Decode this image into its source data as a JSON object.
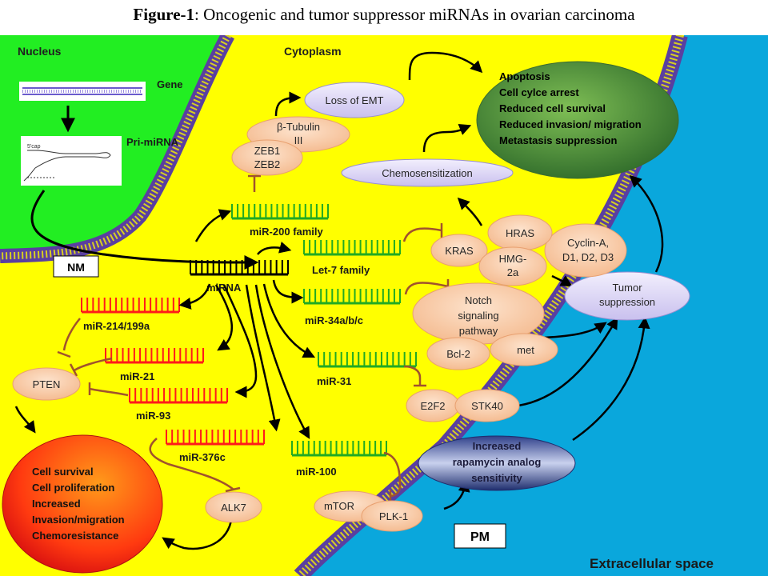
{
  "title": {
    "prefix": "Figure-1",
    "rest": ": Oncogenic and tumor suppressor miRNAs in ovarian carcinoma"
  },
  "regions": {
    "nucleus": "Nucleus",
    "cytoplasm": "Cytoplasm",
    "extracellular": "Extracellular space",
    "nm": "NM",
    "pm": "PM"
  },
  "nucleus": {
    "gene": "Gene",
    "pri_mirna": "Pri-miRNA",
    "cap": "5'cap"
  },
  "mirna": {
    "center": "miRNA",
    "mir200": "miR-200 family",
    "let7": "Let-7  family",
    "mir34": "miR-34a/b/c",
    "mir31": "miR-31",
    "mir100": "miR-100",
    "mir214": "miR-214/199a",
    "mir21": "miR-21",
    "mir93": "miR-93",
    "mir376": "miR-376c"
  },
  "nodes": {
    "btub_1": "β-Tubulin",
    "btub_2": "III",
    "zeb_1": "ZEB1",
    "zeb_2": "ZEB2",
    "loss_emt": "Loss of EMT",
    "chemosens": "Chemosensitization",
    "kras": "KRAS",
    "hras": "HRAS",
    "hmg_1": "HMG-",
    "hmg_2": "2a",
    "cyclin_1": "Cyclin-A,",
    "cyclin_2": "D1, D2, D3",
    "tumor_1": "Tumor",
    "tumor_2": "suppression",
    "notch_1": "Notch",
    "notch_2": "signaling",
    "notch_3": "pathway",
    "bcl2": "Bcl-2",
    "met": "met",
    "e2f2": "E2F2",
    "stk40": "STK40",
    "rapa_1": "Increased",
    "rapa_2": "rapamycin analog",
    "rapa_3": "sensitivity",
    "mtor": "mTOR",
    "plk1": "PLK-1",
    "pten": "PTEN",
    "alk7": "ALK7"
  },
  "outcomes_good": [
    "Apoptosis",
    "Cell cylce arrest",
    "Reduced cell survival",
    "Reduced  invasion/ migration",
    "Metastasis suppression"
  ],
  "outcomes_bad": [
    "Cell survival",
    "Cell proliferation",
    "Increased",
    "Invasion/migration",
    "Chemoresistance"
  ],
  "colors": {
    "nucleus": "#22ee22",
    "cytoplasm": "#ffff00",
    "extracellular": "#0aa7dc",
    "tumor_suppressor_mirna": "#22aa22",
    "oncogenic_mirna": "#ff1a1a",
    "arrow": "#000000",
    "inhibition": "#a0522d",
    "node_fill": "#f9c8a0",
    "lavender": "#dcd6f6"
  }
}
